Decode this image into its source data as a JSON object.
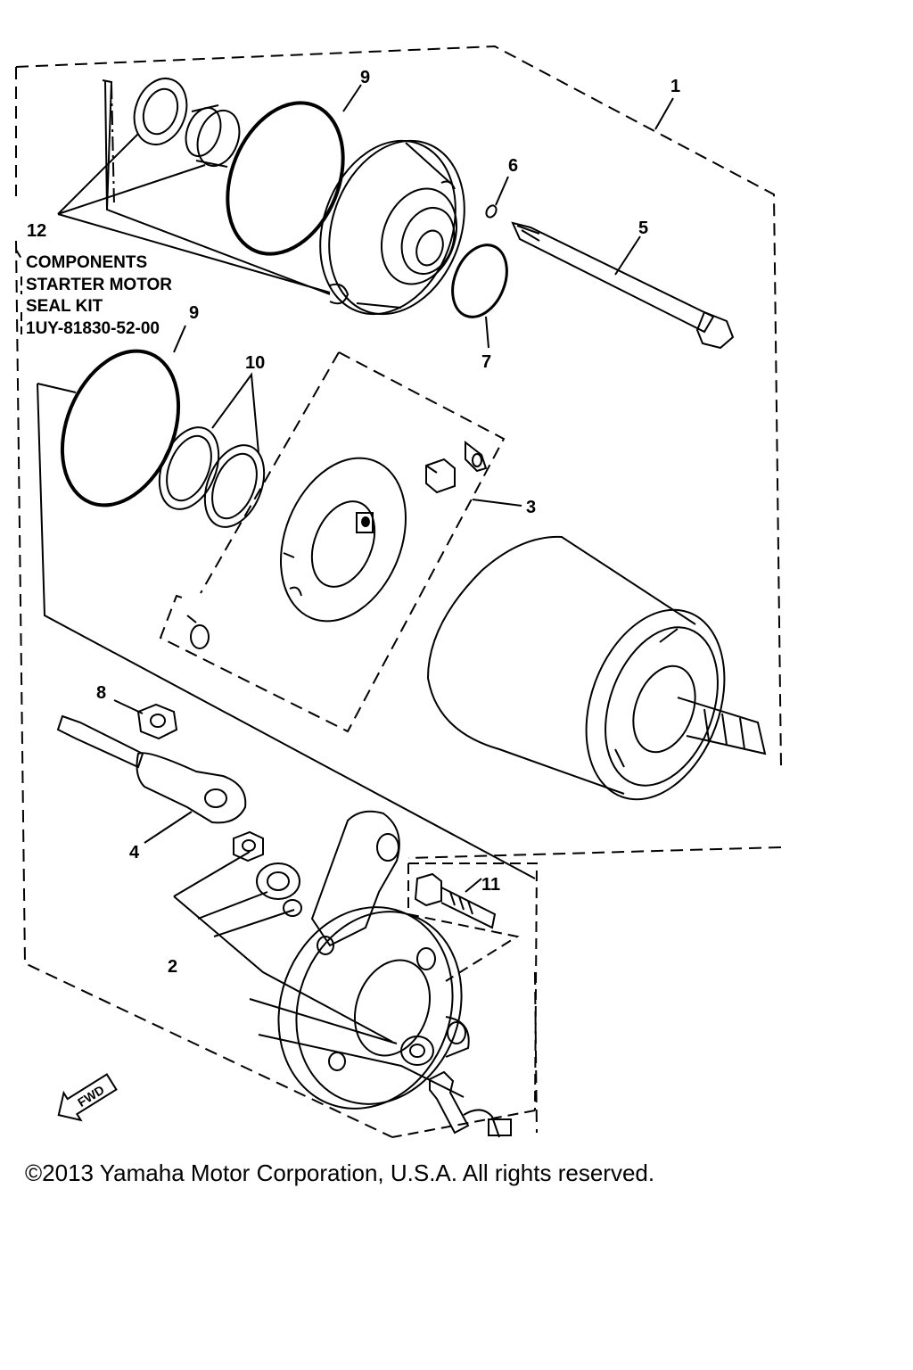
{
  "callouts": {
    "c1": "1",
    "c2": "2",
    "c3": "3",
    "c4": "4",
    "c5": "5",
    "c6": "6",
    "c7": "7",
    "c8": "8",
    "c9a": "9",
    "c9b": "9",
    "c10": "10",
    "c11": "11",
    "c12": "12"
  },
  "kit_label": {
    "line1": "COMPONENTS",
    "line2": "STARTER MOTOR",
    "line3": "SEAL KIT",
    "line4": "1UY-81830-52-00"
  },
  "fwd_arrow": "FWD",
  "copyright": "©2013 Yamaha Motor Corporation, U.S.A. All rights reserved."
}
